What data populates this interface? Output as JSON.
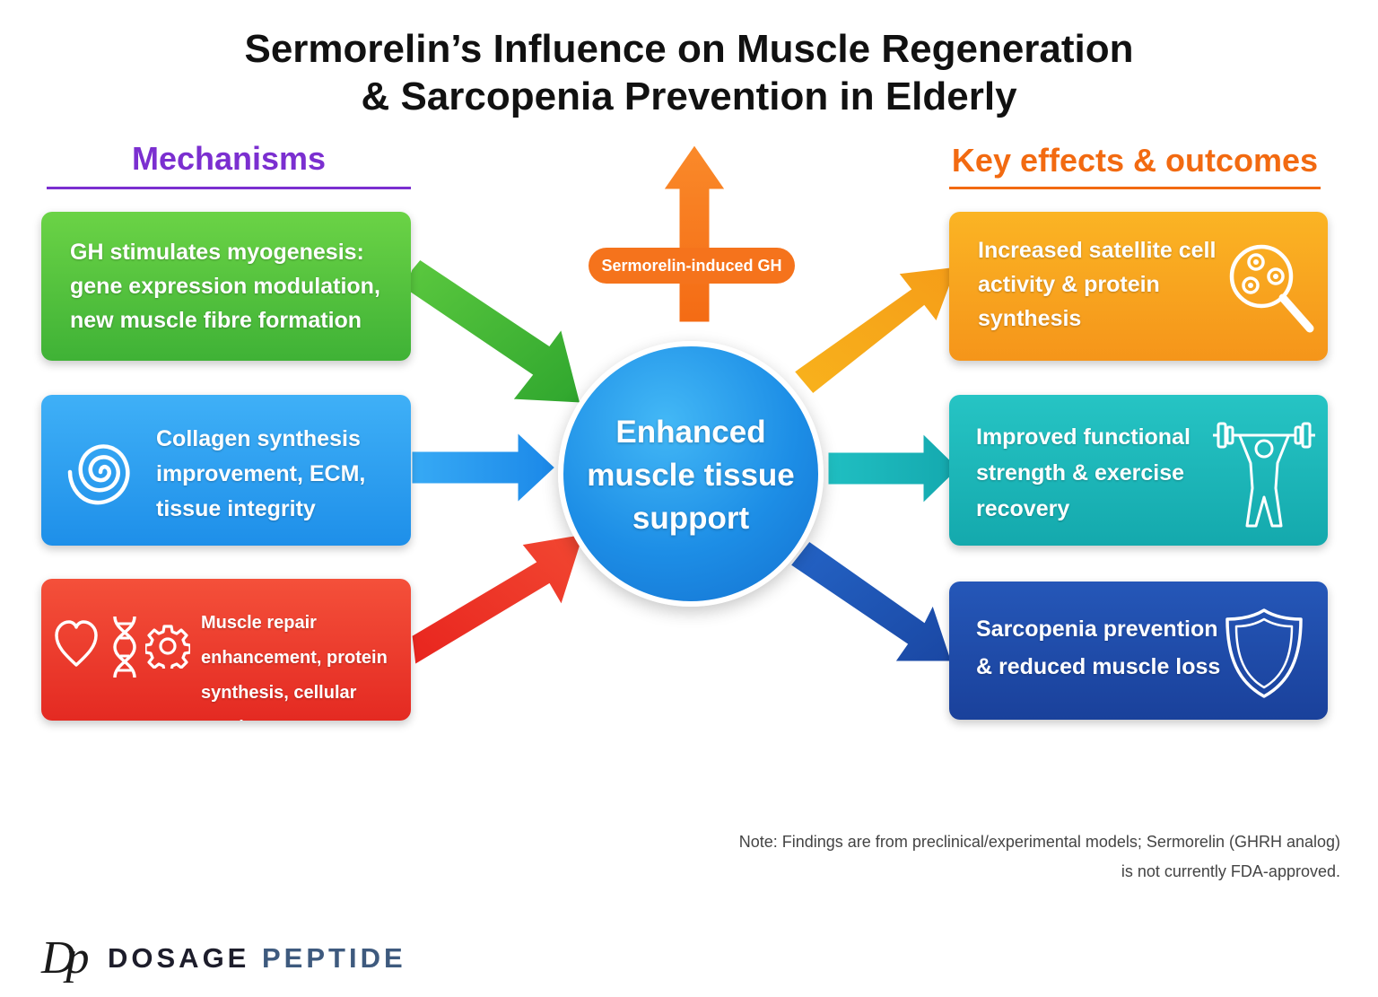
{
  "title": {
    "line1": "Sermorelin’s Influence on Muscle Regeneration",
    "line2": "& Sarcopenia Prevention in Elderly"
  },
  "mechanisms": {
    "heading": "Mechanisms",
    "color": "#7b2fd0",
    "boxes": [
      {
        "text": "GH stimulates myogenesis: gene expression modulation, new muscle fibre formation",
        "color": "#4cbf3a",
        "icons": []
      },
      {
        "text": "Collagen synthesis improvement, ECM, tissue integrity",
        "color": "#2196ef",
        "icons": [
          "spiral-icon"
        ]
      },
      {
        "text": "Muscle repair enhancement, protein synthesis, cellular repair",
        "color": "#ef3b2c",
        "icons": [
          "heart-icon",
          "dna-icon",
          "gear-icon"
        ]
      }
    ]
  },
  "outcomes": {
    "heading": "Key effects & outcomes",
    "color": "#f26a11",
    "boxes": [
      {
        "text": "Increased satellite cell activity & protein synthesis",
        "color": "#f9a21b",
        "icons": [
          "magnifier-cells-icon"
        ]
      },
      {
        "text": "Improved functional strength & exercise recovery",
        "color": "#1bb6b8",
        "icons": [
          "weightlifter-icon"
        ]
      },
      {
        "text": "Sarcopenia prevention & reduced muscle loss",
        "color": "#1d4faa",
        "icons": [
          "shield-icon"
        ]
      }
    ]
  },
  "center": {
    "label": "Enhanced muscle tissue support",
    "color": "#1f8fe6"
  },
  "gh_pill": {
    "label": "Sermorelin-induced GH",
    "color": "#f5731c"
  },
  "note": {
    "line1": "Note: Findings are from preclinical/experimental models; Sermorelin (GHRH analog)",
    "line2": "is not currently FDA-approved."
  },
  "logo": {
    "mark": "Dp",
    "word1": "DOSAGE",
    "word2": "PEPTIDE"
  }
}
